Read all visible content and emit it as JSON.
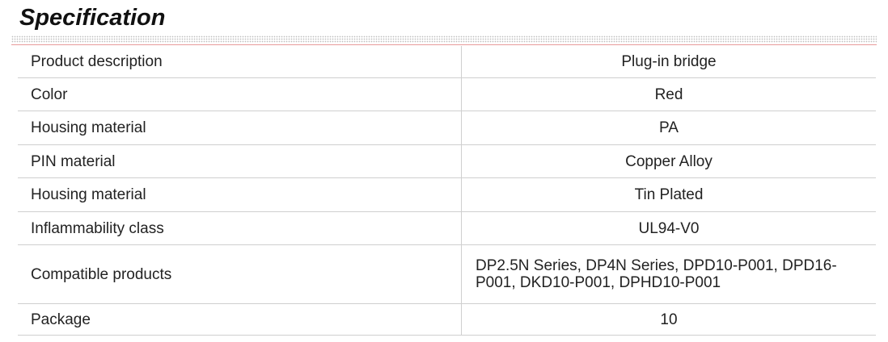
{
  "title": "Specification",
  "spec_rows": [
    {
      "label": "Product description",
      "value": "Plug-in bridge"
    },
    {
      "label": "Color",
      "value": "Red"
    },
    {
      "label": "Housing material",
      "value": "PA"
    },
    {
      "label": "PIN material",
      "value": "Copper Alloy"
    },
    {
      "label": "Housing material",
      "value": "Tin Plated"
    },
    {
      "label": "Inflammability class",
      "value": "UL94-V0"
    },
    {
      "label": "Compatible products",
      "value": "DP2.5N Series, DP4N Series, DPD10-P001, DPD16-P001, DKD10-P001, DPHD10-P001"
    },
    {
      "label": "Package",
      "value": "10"
    }
  ]
}
